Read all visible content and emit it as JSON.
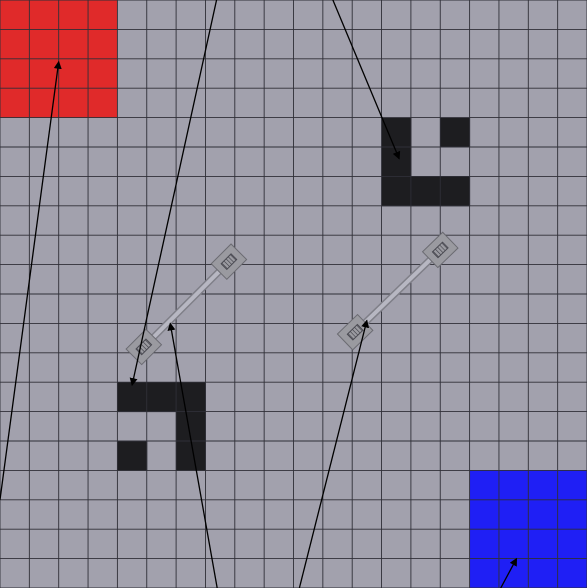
{
  "board": {
    "cols": 20,
    "rows": 20,
    "colors": {
      "floor": "#a2a1ad",
      "grid_line": "#2f2f37",
      "wall": "#1d1d20",
      "red_goal": "#e02a2a",
      "blue_goal": "#1f1ff5",
      "robot_body": "#9a9aa0",
      "robot_bar": "#b7b7c2",
      "arrow": "#000000"
    }
  },
  "goals": [
    {
      "name": "red-goal-zone",
      "color": "#e02a2a",
      "col": 0,
      "row": 0,
      "w": 4,
      "h": 4
    },
    {
      "name": "blue-goal-zone",
      "color": "#1f1ff5",
      "col": 16,
      "row": 16,
      "w": 4,
      "h": 4
    }
  ],
  "walls": [
    {
      "name": "wall-block-upper-right",
      "cells": [
        [
          13,
          4
        ],
        [
          15,
          4
        ],
        [
          13,
          5
        ],
        [
          13,
          6
        ],
        [
          14,
          6
        ],
        [
          15,
          6
        ]
      ]
    },
    {
      "name": "wall-block-lower-left",
      "cells": [
        [
          4,
          13
        ],
        [
          5,
          13
        ],
        [
          6,
          13
        ],
        [
          6,
          14
        ],
        [
          4,
          15
        ],
        [
          6,
          15
        ]
      ]
    }
  ],
  "robots": [
    {
      "name": "robot-left",
      "a": [
        4.9,
        11.8
      ],
      "b": [
        7.8,
        8.9
      ]
    },
    {
      "name": "robot-right",
      "a": [
        12.1,
        11.3
      ],
      "b": [
        15.0,
        8.5
      ]
    }
  ],
  "arrows": [
    {
      "name": "trajectory-arrow-1",
      "from": [
        0.0,
        17.0
      ],
      "to": [
        2.0,
        2.1
      ]
    },
    {
      "name": "trajectory-arrow-2",
      "from": [
        7.4,
        -0.1
      ],
      "to": [
        4.5,
        13.1
      ]
    },
    {
      "name": "trajectory-arrow-3",
      "from": [
        11.3,
        -0.1
      ],
      "to": [
        13.6,
        5.4
      ]
    },
    {
      "name": "trajectory-arrow-4",
      "from": [
        7.4,
        20.0
      ],
      "to": [
        5.8,
        11.0
      ]
    },
    {
      "name": "trajectory-arrow-5",
      "from": [
        10.2,
        20.0
      ],
      "to": [
        12.5,
        10.9
      ]
    },
    {
      "name": "trajectory-arrow-6",
      "from": [
        16.9,
        20.3
      ],
      "to": [
        17.6,
        19.0
      ]
    }
  ]
}
